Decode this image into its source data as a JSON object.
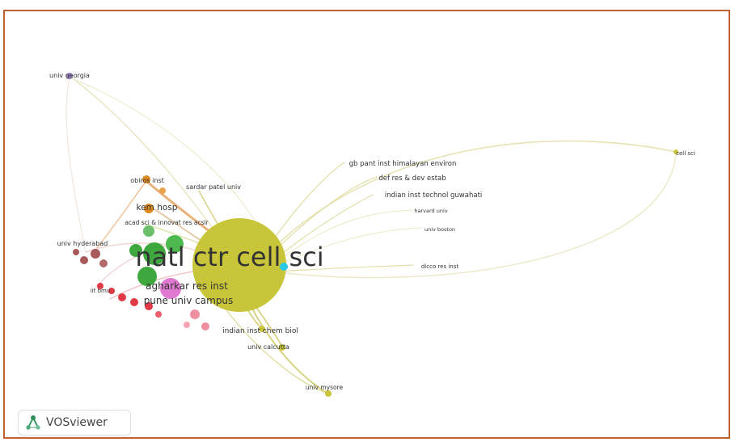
{
  "brand": {
    "name": "VOSviewer",
    "icon": "vosviewer-logo-icon"
  },
  "colors": {
    "frame_border": "#c0622f",
    "cluster_yellow": "#c9c53a",
    "cluster_green": "#3ea83e",
    "cluster_red": "#e03a46",
    "cluster_orange": "#e08a1e",
    "cluster_brown": "#a85a5a",
    "cluster_pink": "#e07ad0",
    "cluster_cyan": "#28c8e6",
    "cluster_purple": "#9a82c8",
    "link_yellow": "#ddd9a6"
  },
  "labels": {
    "main": "natl ctr cell sci",
    "agharkar": "agharkar res inst",
    "pune": "pune univ campus",
    "georgia": "univ georgia",
    "gbpant": "gb pant inst himalayan environ",
    "defres": "def res & dev estab",
    "iitg": "indian inst technol guwahati",
    "harvard": "harvard univ",
    "boston": "univ boston",
    "cellsci": "cell sci",
    "dicco": "dicco res inst",
    "obiros": "obiros inst",
    "sardar": "sardar patel univ",
    "kem": "kem hosp",
    "acad": "acad sci & innovat res acsir",
    "hyderabad": "univ hyderabad",
    "iitbmu": "iit bmu",
    "iichem": "indian inst chem biol",
    "calcutta": "univ calcutta",
    "mysore": "univ mysore"
  }
}
